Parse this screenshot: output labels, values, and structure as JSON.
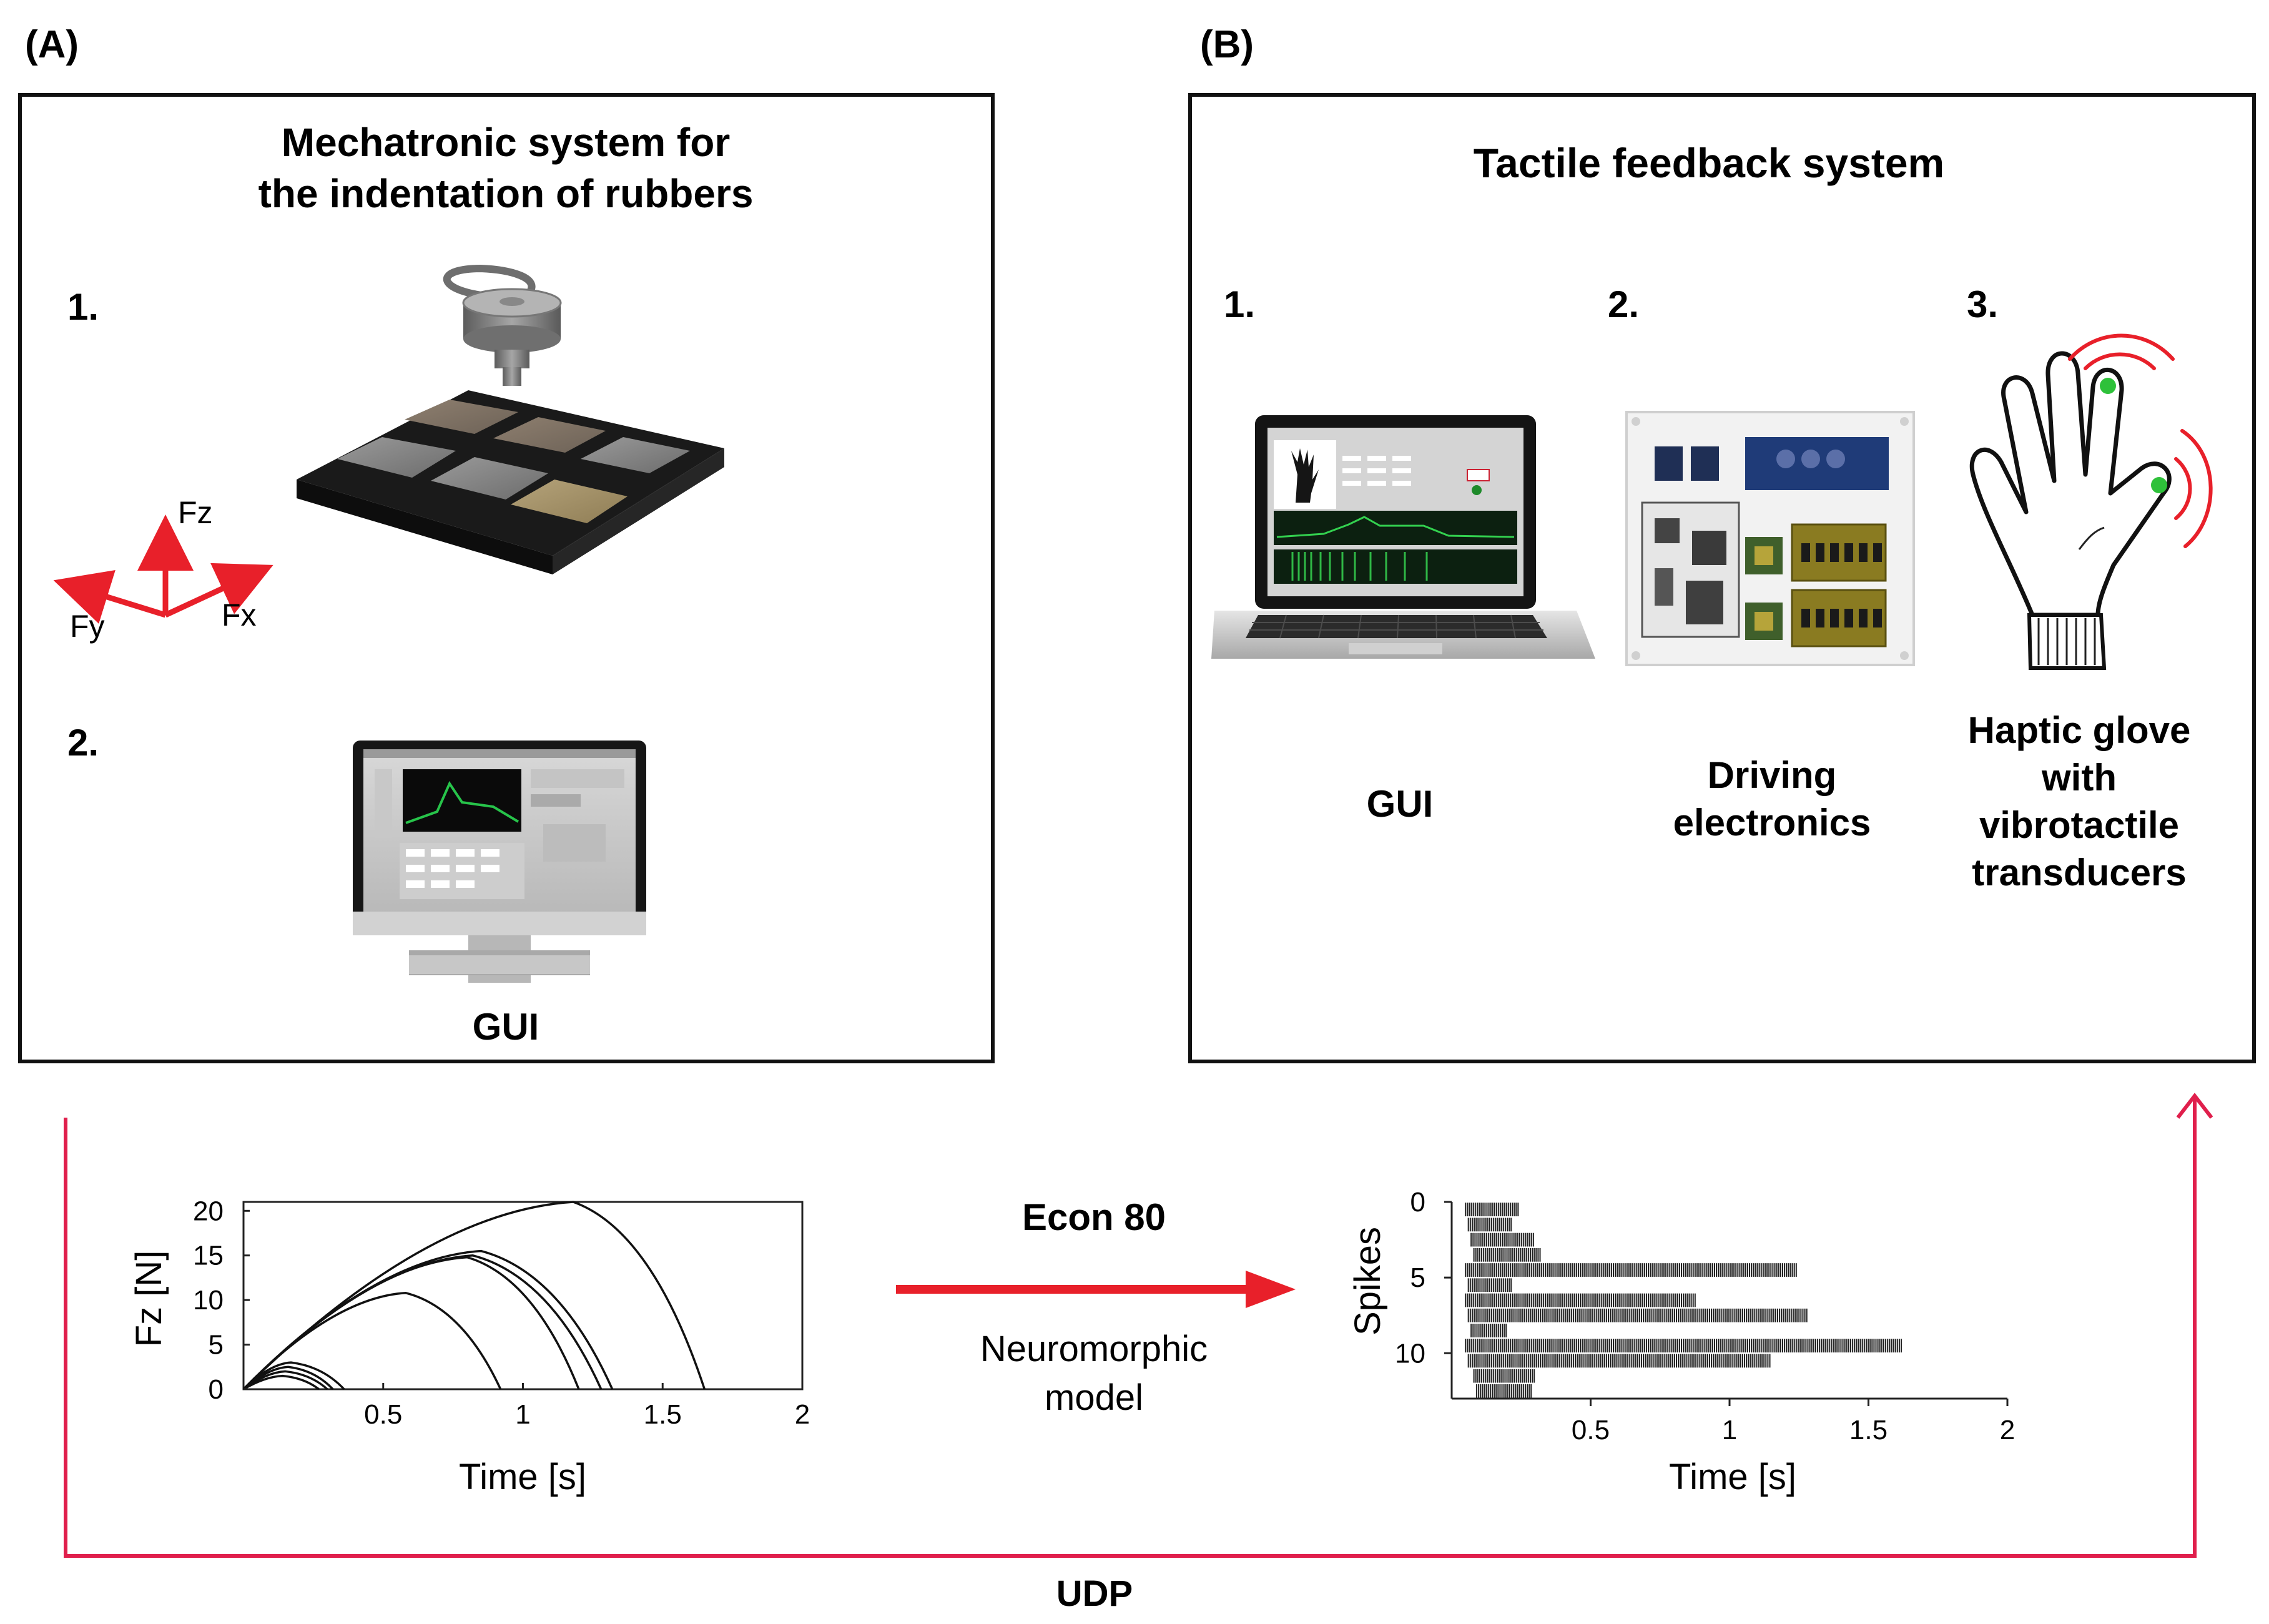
{
  "panel_a": {
    "letter": "(A)",
    "title_line1": "Mechatronic system",
    "title_line2": "the indentation of",
    "title_line1_full": "Mechatronic system for",
    "title_line2_full": "the indentation of rubbers",
    "step1": "1.",
    "step2": "2.",
    "axes": {
      "fz": "Fz",
      "fx": "Fx",
      "fy": "Fy"
    },
    "monitor_caption": "GUI"
  },
  "panel_b": {
    "letter": "(B)",
    "title": "Tactile feedback system",
    "step1": "1.",
    "step2": "2.",
    "step3": "3.",
    "caption1": "GUI",
    "caption2_line1": "Driving",
    "caption2_line2": "electronics",
    "caption3_line1": "Haptic glove",
    "caption3_line2": "with",
    "caption3_line3": "vibrotactile",
    "caption3_line4": "transducers"
  },
  "flow": {
    "arrow_label": "Econ 80",
    "model_line1": "Neuromorphic",
    "model_line2": "model",
    "loop_label": "UDP"
  },
  "colors": {
    "red": "#e8202a",
    "loop": "#e01f4c",
    "glove_dot": "#2ec13a"
  },
  "chart_data": [
    {
      "type": "line",
      "xlabel": "Time [s]",
      "ylabel": "Fz [N]",
      "xlim": [
        0,
        2
      ],
      "ylim": [
        0,
        21
      ],
      "xticks": [
        0.5,
        1,
        1.5,
        2
      ],
      "yticks": [
        0,
        5,
        10,
        15,
        20
      ],
      "series": [
        {
          "x": [
            0,
            1.18,
            1.65
          ],
          "y": [
            0,
            21,
            0
          ]
        },
        {
          "x": [
            0,
            0.85,
            1.32
          ],
          "y": [
            0,
            15.5,
            0
          ]
        },
        {
          "x": [
            0,
            0.82,
            1.28
          ],
          "y": [
            0,
            15,
            0
          ]
        },
        {
          "x": [
            0,
            0.8,
            1.2
          ],
          "y": [
            0,
            14.8,
            0
          ]
        },
        {
          "x": [
            0,
            0.58,
            0.92
          ],
          "y": [
            0,
            10.8,
            0
          ]
        },
        {
          "x": [
            0,
            0.17,
            0.36
          ],
          "y": [
            0,
            3,
            0
          ]
        },
        {
          "x": [
            0,
            0.16,
            0.32
          ],
          "y": [
            0,
            2.5,
            0
          ]
        },
        {
          "x": [
            0,
            0.15,
            0.3
          ],
          "y": [
            0,
            2,
            0
          ]
        },
        {
          "x": [
            0,
            0.14,
            0.27
          ],
          "y": [
            0,
            1.5,
            0
          ]
        }
      ]
    },
    {
      "type": "scatter",
      "xlabel": "Time [s]",
      "ylabel": "Spikes",
      "xlim": [
        0,
        2
      ],
      "ylim": [
        0,
        13
      ],
      "xticks": [
        0.5,
        1,
        1.5,
        2
      ],
      "yticks": [
        0,
        5,
        10
      ],
      "rows": [
        {
          "neuron": 0.5,
          "start": 0.05,
          "end": 0.24
        },
        {
          "neuron": 1.5,
          "start": 0.06,
          "end": 0.22
        },
        {
          "neuron": 2.5,
          "start": 0.07,
          "end": 0.3
        },
        {
          "neuron": 3.5,
          "start": 0.08,
          "end": 0.32
        },
        {
          "neuron": 4.5,
          "start": 0.05,
          "end": 1.24
        },
        {
          "neuron": 5.5,
          "start": 0.06,
          "end": 0.22
        },
        {
          "neuron": 6.5,
          "start": 0.05,
          "end": 0.88
        },
        {
          "neuron": 7.5,
          "start": 0.06,
          "end": 1.28
        },
        {
          "neuron": 8.5,
          "start": 0.07,
          "end": 0.2
        },
        {
          "neuron": 9.5,
          "start": 0.05,
          "end": 1.62
        },
        {
          "neuron": 10.5,
          "start": 0.06,
          "end": 1.15
        },
        {
          "neuron": 11.5,
          "start": 0.08,
          "end": 0.3
        },
        {
          "neuron": 12.5,
          "start": 0.09,
          "end": 0.29
        }
      ]
    }
  ]
}
